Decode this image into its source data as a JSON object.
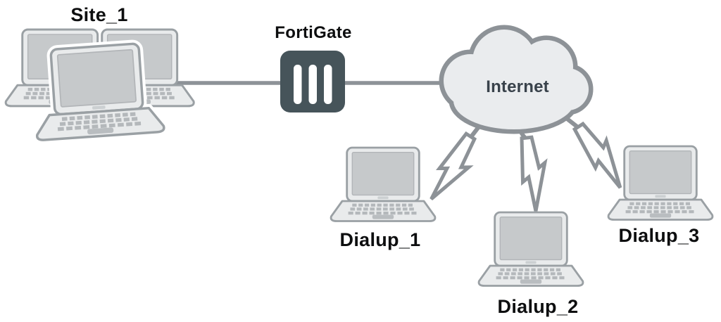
{
  "diagram": {
    "type": "network-topology",
    "nodes": {
      "site": {
        "label": "Site_1",
        "kind": "lan-site",
        "device_count": 3
      },
      "fortigate": {
        "label": "FortiGate",
        "kind": "firewall-appliance"
      },
      "internet": {
        "label": "Internet",
        "kind": "cloud"
      },
      "dialup1": {
        "label": "Dialup_1",
        "kind": "dialup-client"
      },
      "dialup2": {
        "label": "Dialup_2",
        "kind": "dialup-client"
      },
      "dialup3": {
        "label": "Dialup_3",
        "kind": "dialup-client"
      }
    },
    "connections": [
      {
        "from": "Site_1",
        "to": "FortiGate",
        "style": "solid-line"
      },
      {
        "from": "FortiGate",
        "to": "Internet",
        "style": "solid-line"
      },
      {
        "from": "Internet",
        "to": "Dialup_1",
        "style": "lightning"
      },
      {
        "from": "Internet",
        "to": "Dialup_2",
        "style": "lightning"
      },
      {
        "from": "Internet",
        "to": "Dialup_3",
        "style": "lightning"
      }
    ],
    "colors": {
      "connector": "#8d9297",
      "cloud_fill": "#eaecee",
      "fortigate_box": "#46545a",
      "fortigate_bars": "#ffffff",
      "label_text": "#0d0e0f",
      "internet_text": "#39424b",
      "laptop_body": "#e9ebec",
      "laptop_screen": "#c6c9cb"
    }
  }
}
